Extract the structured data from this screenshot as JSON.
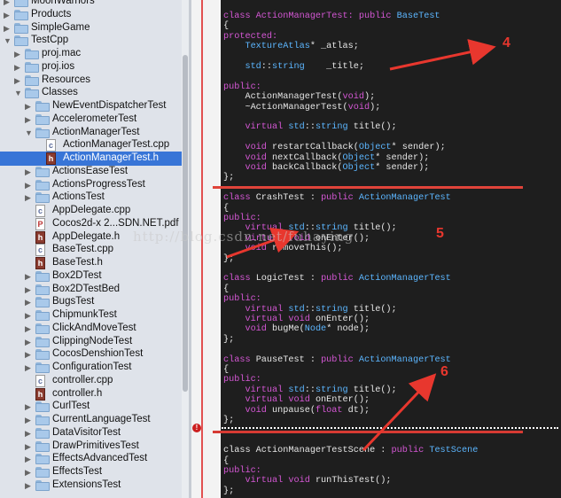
{
  "sidebar": {
    "items": [
      {
        "label": "MoonWarriors",
        "kind": "folder",
        "indent": 1,
        "expanded": false
      },
      {
        "label": "Products",
        "kind": "folder",
        "indent": 1,
        "expanded": false
      },
      {
        "label": "SimpleGame",
        "kind": "folder",
        "indent": 1,
        "expanded": false
      },
      {
        "label": "TestCpp",
        "kind": "folder",
        "indent": 1,
        "expanded": true
      },
      {
        "label": "proj.mac",
        "kind": "folder",
        "indent": 2,
        "expanded": false
      },
      {
        "label": "proj.ios",
        "kind": "folder",
        "indent": 2,
        "expanded": false
      },
      {
        "label": "Resources",
        "kind": "folder",
        "indent": 2,
        "expanded": false
      },
      {
        "label": "Classes",
        "kind": "folder",
        "indent": 2,
        "expanded": true
      },
      {
        "label": "NewEventDispatcherTest",
        "kind": "folder",
        "indent": 3,
        "expanded": false
      },
      {
        "label": "AccelerometerTest",
        "kind": "folder",
        "indent": 3,
        "expanded": false
      },
      {
        "label": "ActionManagerTest",
        "kind": "folder",
        "indent": 3,
        "expanded": true
      },
      {
        "label": "ActionManagerTest.cpp",
        "kind": "cpp",
        "indent": 4
      },
      {
        "label": "ActionManagerTest.h",
        "kind": "h",
        "indent": 4,
        "selected": true
      },
      {
        "label": "ActionsEaseTest",
        "kind": "folder",
        "indent": 3,
        "expanded": false
      },
      {
        "label": "ActionsProgressTest",
        "kind": "folder",
        "indent": 3,
        "expanded": false
      },
      {
        "label": "ActionsTest",
        "kind": "folder",
        "indent": 3,
        "expanded": false
      },
      {
        "label": "AppDelegate.cpp",
        "kind": "cpp",
        "indent": 3
      },
      {
        "label": "Cocos2d-x 2...SDN.NET.pdf",
        "kind": "pdf",
        "indent": 3
      },
      {
        "label": "AppDelegate.h",
        "kind": "h",
        "indent": 3
      },
      {
        "label": "BaseTest.cpp",
        "kind": "cpp",
        "indent": 3
      },
      {
        "label": "BaseTest.h",
        "kind": "h",
        "indent": 3
      },
      {
        "label": "Box2DTest",
        "kind": "folder",
        "indent": 3,
        "expanded": false
      },
      {
        "label": "Box2DTestBed",
        "kind": "folder",
        "indent": 3,
        "expanded": false
      },
      {
        "label": "BugsTest",
        "kind": "folder",
        "indent": 3,
        "expanded": false
      },
      {
        "label": "ChipmunkTest",
        "kind": "folder",
        "indent": 3,
        "expanded": false
      },
      {
        "label": "ClickAndMoveTest",
        "kind": "folder",
        "indent": 3,
        "expanded": false
      },
      {
        "label": "ClippingNodeTest",
        "kind": "folder",
        "indent": 3,
        "expanded": false
      },
      {
        "label": "CocosDenshionTest",
        "kind": "folder",
        "indent": 3,
        "expanded": false
      },
      {
        "label": "ConfigurationTest",
        "kind": "folder",
        "indent": 3,
        "expanded": false
      },
      {
        "label": "controller.cpp",
        "kind": "cpp",
        "indent": 3
      },
      {
        "label": "controller.h",
        "kind": "h",
        "indent": 3
      },
      {
        "label": "CurlTest",
        "kind": "folder",
        "indent": 3,
        "expanded": false
      },
      {
        "label": "CurrentLanguageTest",
        "kind": "folder",
        "indent": 3,
        "expanded": false
      },
      {
        "label": "DataVisitorTest",
        "kind": "folder",
        "indent": 3,
        "expanded": false
      },
      {
        "label": "DrawPrimitivesTest",
        "kind": "folder",
        "indent": 3,
        "expanded": false
      },
      {
        "label": "EffectsAdvancedTest",
        "kind": "folder",
        "indent": 3,
        "expanded": false
      },
      {
        "label": "EffectsTest",
        "kind": "folder",
        "indent": 3,
        "expanded": false
      },
      {
        "label": "ExtensionsTest",
        "kind": "folder",
        "indent": 3,
        "expanded": false
      }
    ]
  },
  "file_badges": {
    "cpp": "c",
    "h": "h",
    "pdf": "P"
  },
  "editor": {
    "lines": [
      [
        {
          "t": "class ActionManagerTest: ",
          "c": "kw"
        },
        {
          "t": "public ",
          "c": "kw"
        },
        {
          "t": "BaseTest",
          "c": "ty"
        }
      ],
      [
        {
          "t": "{",
          "c": ""
        }
      ],
      [
        {
          "t": "protected:",
          "c": "kw"
        }
      ],
      [
        {
          "t": "    TextureAtlas",
          "c": "ty"
        },
        {
          "t": "* _atlas;",
          "c": ""
        }
      ],
      [
        {
          "t": "",
          "c": ""
        }
      ],
      [
        {
          "t": "    std",
          "c": "ty"
        },
        {
          "t": "::",
          "c": ""
        },
        {
          "t": "string",
          "c": "ty"
        },
        {
          "t": "    _title;",
          "c": ""
        }
      ],
      [
        {
          "t": "",
          "c": ""
        }
      ],
      [
        {
          "t": "public:",
          "c": "kw"
        }
      ],
      [
        {
          "t": "    ActionManagerTest(",
          "c": ""
        },
        {
          "t": "void",
          "c": "kw"
        },
        {
          "t": ");",
          "c": ""
        }
      ],
      [
        {
          "t": "    ~ActionManagerTest(",
          "c": ""
        },
        {
          "t": "void",
          "c": "kw"
        },
        {
          "t": ");",
          "c": ""
        }
      ],
      [
        {
          "t": "",
          "c": ""
        }
      ],
      [
        {
          "t": "    virtual ",
          "c": "kw"
        },
        {
          "t": "std",
          "c": "ty"
        },
        {
          "t": "::",
          "c": ""
        },
        {
          "t": "string ",
          "c": "ty"
        },
        {
          "t": "title();",
          "c": ""
        }
      ],
      [
        {
          "t": "",
          "c": ""
        }
      ],
      [
        {
          "t": "    void ",
          "c": "kw"
        },
        {
          "t": "restartCallback(",
          "c": ""
        },
        {
          "t": "Object",
          "c": "ty"
        },
        {
          "t": "* sender);",
          "c": ""
        }
      ],
      [
        {
          "t": "    void ",
          "c": "kw"
        },
        {
          "t": "nextCallback(",
          "c": ""
        },
        {
          "t": "Object",
          "c": "ty"
        },
        {
          "t": "* sender);",
          "c": ""
        }
      ],
      [
        {
          "t": "    void ",
          "c": "kw"
        },
        {
          "t": "backCallback(",
          "c": ""
        },
        {
          "t": "Object",
          "c": "ty"
        },
        {
          "t": "* sender);",
          "c": ""
        }
      ],
      [
        {
          "t": "};",
          "c": ""
        }
      ],
      [
        {
          "t": "",
          "c": ""
        }
      ],
      [
        {
          "t": "class ",
          "c": "kw"
        },
        {
          "t": "CrashTest : ",
          "c": ""
        },
        {
          "t": "public ",
          "c": "kw"
        },
        {
          "t": "ActionManagerTest",
          "c": "ty"
        }
      ],
      [
        {
          "t": "{",
          "c": ""
        }
      ],
      [
        {
          "t": "public:",
          "c": "kw"
        }
      ],
      [
        {
          "t": "    virtual ",
          "c": "kw"
        },
        {
          "t": "std",
          "c": "ty"
        },
        {
          "t": "::",
          "c": ""
        },
        {
          "t": "string ",
          "c": "ty"
        },
        {
          "t": "title();",
          "c": ""
        }
      ],
      [
        {
          "t": "    virtual void ",
          "c": "kw"
        },
        {
          "t": "onEnter();",
          "c": ""
        }
      ],
      [
        {
          "t": "    void ",
          "c": "kw"
        },
        {
          "t": "removeThis();",
          "c": ""
        }
      ],
      [
        {
          "t": "};",
          "c": ""
        }
      ],
      [
        {
          "t": "",
          "c": ""
        }
      ],
      [
        {
          "t": "class ",
          "c": "kw"
        },
        {
          "t": "LogicTest : ",
          "c": ""
        },
        {
          "t": "public ",
          "c": "kw"
        },
        {
          "t": "ActionManagerTest",
          "c": "ty"
        }
      ],
      [
        {
          "t": "{",
          "c": ""
        }
      ],
      [
        {
          "t": "public:",
          "c": "kw"
        }
      ],
      [
        {
          "t": "    virtual ",
          "c": "kw"
        },
        {
          "t": "std",
          "c": "ty"
        },
        {
          "t": "::",
          "c": ""
        },
        {
          "t": "string ",
          "c": "ty"
        },
        {
          "t": "title();",
          "c": ""
        }
      ],
      [
        {
          "t": "    virtual void ",
          "c": "kw"
        },
        {
          "t": "onEnter();",
          "c": ""
        }
      ],
      [
        {
          "t": "    void ",
          "c": "kw"
        },
        {
          "t": "bugMe(",
          "c": ""
        },
        {
          "t": "Node",
          "c": "ty"
        },
        {
          "t": "* node);",
          "c": ""
        }
      ],
      [
        {
          "t": "};",
          "c": ""
        }
      ],
      [
        {
          "t": "",
          "c": ""
        }
      ],
      [
        {
          "t": "class ",
          "c": "kw"
        },
        {
          "t": "PauseTest : ",
          "c": ""
        },
        {
          "t": "public ",
          "c": "kw"
        },
        {
          "t": "ActionManagerTest",
          "c": "ty"
        }
      ],
      [
        {
          "t": "{",
          "c": ""
        }
      ],
      [
        {
          "t": "public:",
          "c": "kw"
        }
      ],
      [
        {
          "t": "    virtual ",
          "c": "kw"
        },
        {
          "t": "std",
          "c": "ty"
        },
        {
          "t": "::",
          "c": ""
        },
        {
          "t": "string ",
          "c": "ty"
        },
        {
          "t": "title();",
          "c": ""
        }
      ],
      [
        {
          "t": "    virtual void ",
          "c": "kw"
        },
        {
          "t": "onEnter();",
          "c": ""
        }
      ],
      [
        {
          "t": "    void ",
          "c": "kw"
        },
        {
          "t": "unpause(",
          "c": ""
        },
        {
          "t": "float ",
          "c": "kw"
        },
        {
          "t": "dt);",
          "c": ""
        }
      ],
      [
        {
          "t": "};",
          "c": ""
        }
      ],
      [
        {
          "t": "",
          "c": ""
        }
      ],
      [
        {
          "t": "",
          "c": ""
        }
      ],
      [
        {
          "t": "class ActionManagerTestScene : ",
          "c": ""
        },
        {
          "t": "public ",
          "c": "kw"
        },
        {
          "t": "TestScene",
          "c": "ty"
        }
      ],
      [
        {
          "t": "{",
          "c": ""
        }
      ],
      [
        {
          "t": "public:",
          "c": "kw"
        }
      ],
      [
        {
          "t": "    virtual void ",
          "c": "kw"
        },
        {
          "t": "runThisTest();",
          "c": ""
        }
      ],
      [
        {
          "t": "};",
          "c": ""
        }
      ]
    ]
  },
  "annotations": {
    "n4": "4",
    "n5": "5",
    "n6": "6"
  },
  "watermark": "http://blog.csdn.net/fuhaying",
  "error_badge": "!",
  "colors": {
    "accent": "#3875d7",
    "annotation": "#e8372e"
  }
}
